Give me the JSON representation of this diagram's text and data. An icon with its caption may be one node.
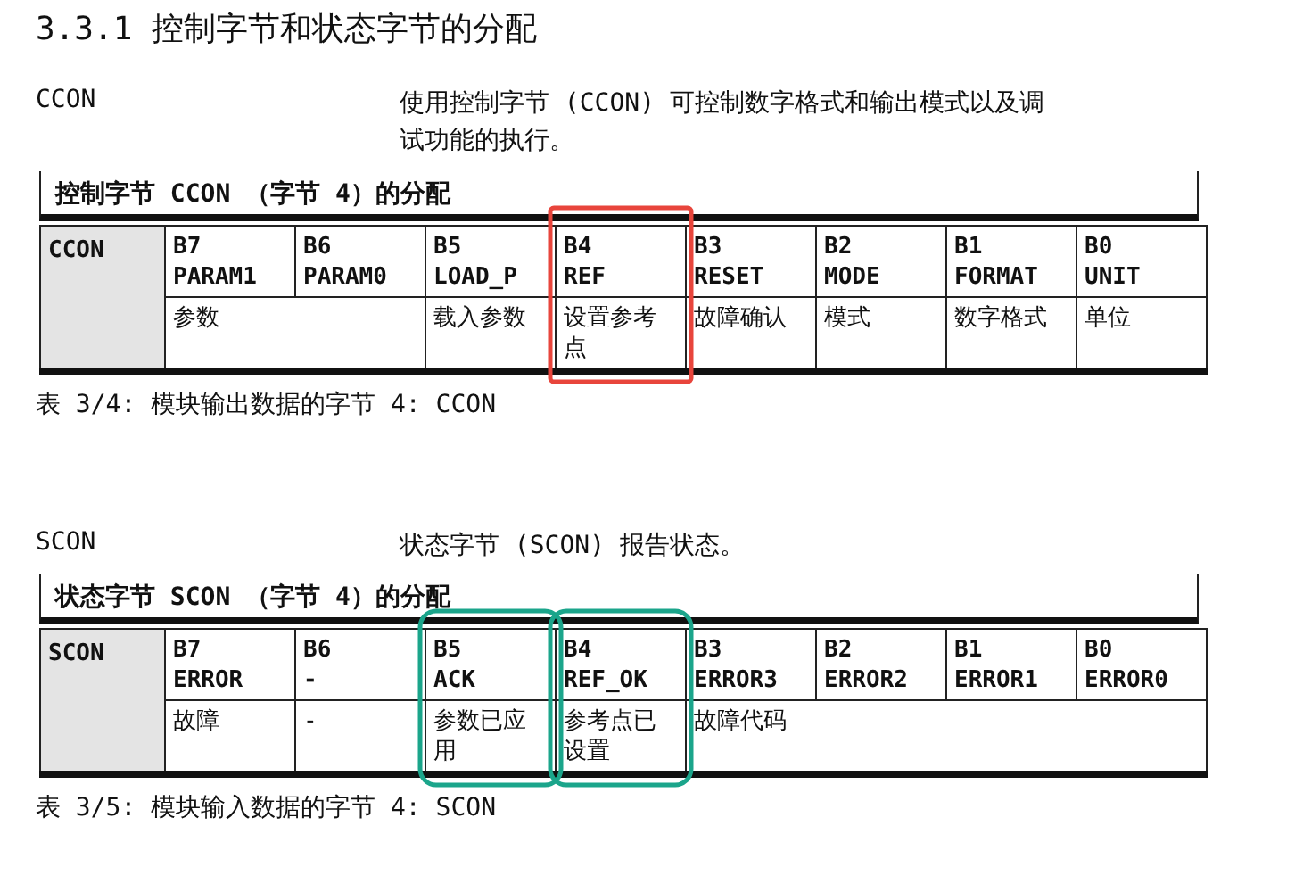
{
  "diagram": {
    "title": "3.3.1 控制字节和状态字节的分配",
    "labels": [
      "CCON",
      "使用控制字节 (CCON) 可控制数字格式和输出模式以及调试功能的执行。",
      "控制字节 CCON （字节 4）的分配",
      "CCON",
      "B7 PARAM1",
      "B6 PARAM0",
      "B5 LOAD_P",
      "B4 REF",
      "B3 RESET",
      "B2 MODE",
      "B1 FORMAT",
      "B0 UNIT",
      "参数",
      "载入参数",
      "设置参考点",
      "故障确认",
      "模式",
      "数字格式",
      "单位",
      "表 3/4: 模块输出数据的字节 4: CCON",
      "SCON",
      "状态字节 (SCON) 报告状态。",
      "状态字节 SCON （字节 4）的分配",
      "SCON",
      "B7 ERROR",
      "B6 -",
      "B5 ACK",
      "B4 REF_OK",
      "B3 ERROR3",
      "B2 ERROR2",
      "B1 ERROR1",
      "B0 ERROR0",
      "故障",
      "-",
      "参数已应用",
      "参考点已设置",
      "故障代码",
      "表 3/5: 模块输入数据的字节 4: SCON"
    ]
  }
}
